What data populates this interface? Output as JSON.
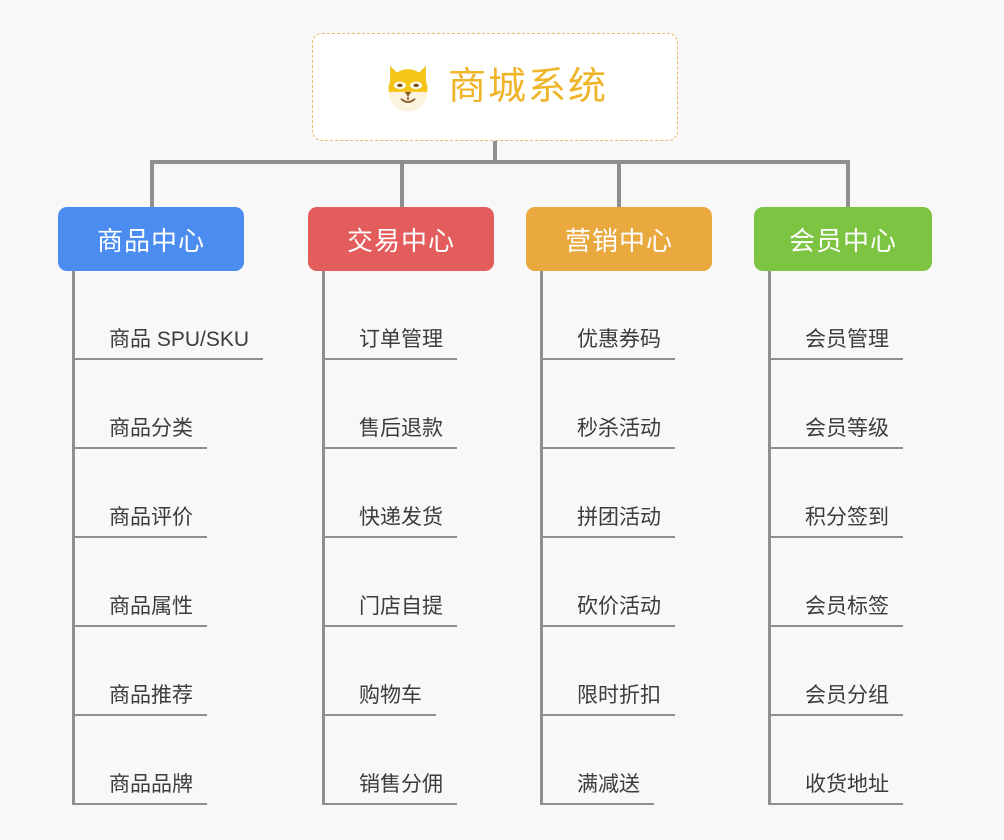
{
  "background_color": "#f8f8f8",
  "root": {
    "title": "商城系统",
    "logo_icon": "shiba-dog-icon",
    "border_color": "#e8b96a",
    "text_color": "#f0b429"
  },
  "connector_color": "#8f8f8f",
  "branches": [
    {
      "label": "商品中心",
      "color": "#4a8cf0",
      "items": [
        "商品 SPU/SKU",
        "商品分类",
        "商品评价",
        "商品属性",
        "商品推荐",
        "商品品牌"
      ]
    },
    {
      "label": "交易中心",
      "color": "#e35d5d",
      "items": [
        "订单管理",
        "售后退款",
        "快递发货",
        "门店自提",
        "购物车",
        "销售分佣"
      ]
    },
    {
      "label": "营销中心",
      "color": "#eaa93f",
      "items": [
        "优惠券码",
        "秒杀活动",
        "拼团活动",
        "砍价活动",
        "限时折扣",
        "满减送"
      ]
    },
    {
      "label": "会员中心",
      "color": "#7cc442",
      "items": [
        "会员管理",
        "会员等级",
        "积分签到",
        "会员标签",
        "会员分组",
        "收货地址"
      ]
    }
  ]
}
